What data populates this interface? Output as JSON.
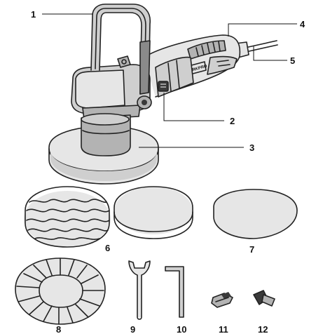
{
  "callouts": [
    {
      "id": "c1",
      "text": "1"
    },
    {
      "id": "c2",
      "text": "2"
    },
    {
      "id": "c3",
      "text": "3"
    },
    {
      "id": "c4",
      "text": "4"
    },
    {
      "id": "c5",
      "text": "5"
    },
    {
      "id": "c6",
      "text": "6"
    },
    {
      "id": "c7",
      "text": "7"
    },
    {
      "id": "c8",
      "text": "8"
    },
    {
      "id": "c9",
      "text": "9"
    },
    {
      "id": "c10",
      "text": "10"
    },
    {
      "id": "c11",
      "text": "11"
    },
    {
      "id": "c12",
      "text": "12"
    }
  ],
  "brand_mark": "WORKPRO"
}
